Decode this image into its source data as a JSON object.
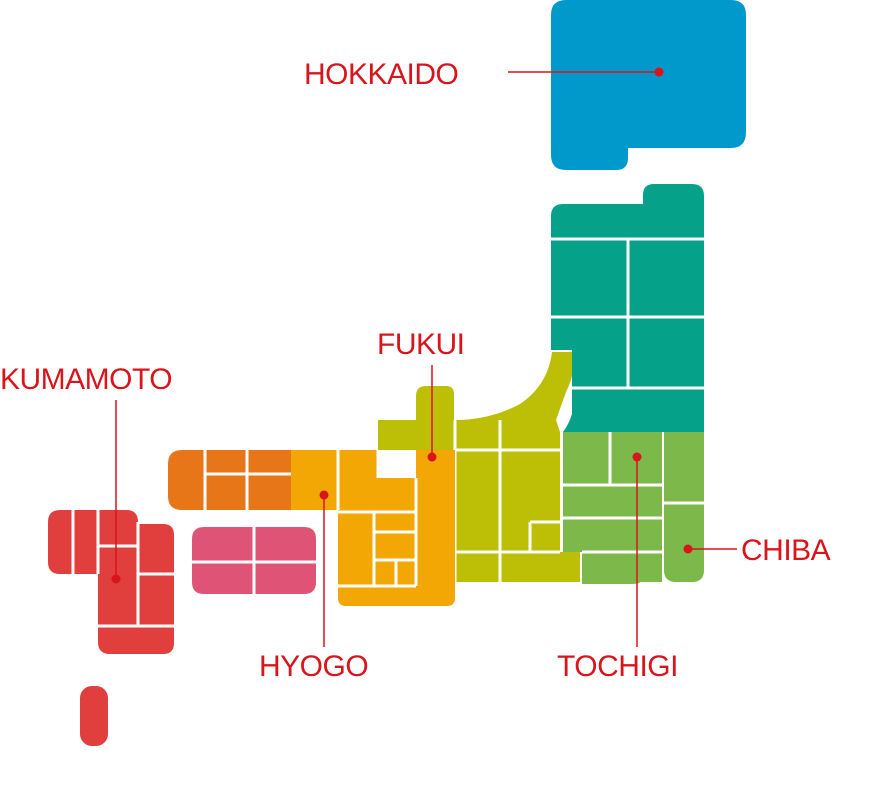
{
  "colors": {
    "hokkaido": "#0199cb",
    "tohoku": "#05a189",
    "kanto": "#7db84a",
    "chubu": "#bcbf05",
    "kansai": "#f3a704",
    "chugoku": "#e67618",
    "shikoku": "#df5476",
    "kyushu": "#e03f3e",
    "okinawa": "#e03f3e",
    "divider": "#ffffff",
    "accent": "#d9141b"
  },
  "labels": {
    "hokkaido": "HOKKAIDO",
    "fukui": "FUKUI",
    "kumamoto": "KUMAMOTO",
    "chiba": "CHIBA",
    "hyogo": "HYOGO",
    "tochigi": "TOCHIGI"
  }
}
